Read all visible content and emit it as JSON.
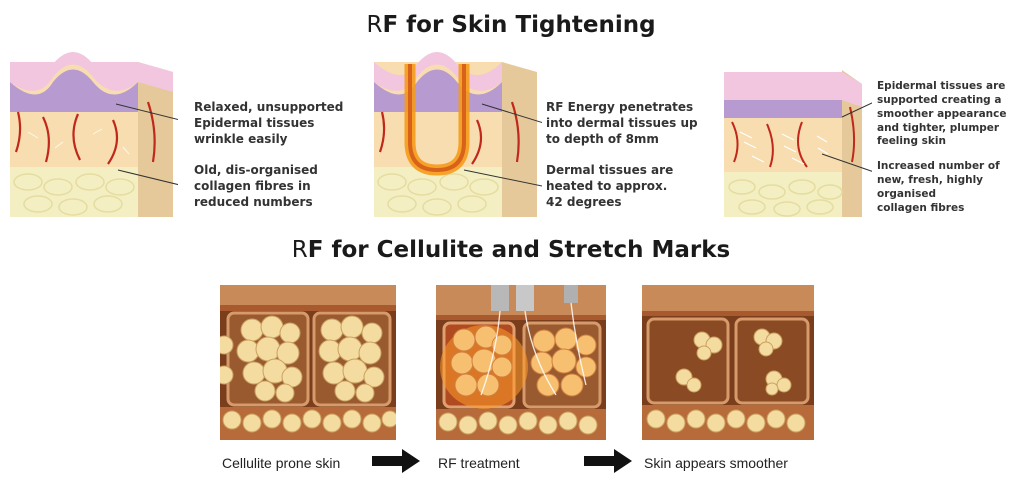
{
  "titles": {
    "tightening_prefix": "R",
    "tightening_rest": "F for Skin Tightening",
    "cellulite_prefix": "R",
    "cellulite_rest": "F for Cellulite and Stretch Marks"
  },
  "tightening": {
    "panel1": {
      "label_a": "Relaxed, unsupported\nEpidermal tissues\nwrinkle easily",
      "label_b": "Old, dis-organised\ncollagen fibres in\nreduced numbers"
    },
    "panel2": {
      "label_a": "RF Energy penetrates\ninto dermal tissues up\nto depth of 8mm",
      "label_b": "Dermal tissues are\nheated to approx.\n42 degrees"
    },
    "panel3": {
      "label_a": "Epidermal tissues are\nsupported creating a\nsmoother appearance\nand tighter, plumper\nfeeling skin",
      "label_b": "Increased number of\nnew, fresh, highly organised\ncollagen fibres"
    }
  },
  "cellulite": {
    "captions": [
      "Cellulite prone skin",
      "RF treatment",
      "Skin appears smoother"
    ]
  },
  "colors": {
    "epidermis": "#f2c6df",
    "epidermis_base": "#b79ad0",
    "dermis": "#f7ddb0",
    "fat": "#f3efc2",
    "vessel": "#c0281c",
    "cell_bg": "#7a3e1c",
    "fat_globule": "#f4dca0"
  }
}
